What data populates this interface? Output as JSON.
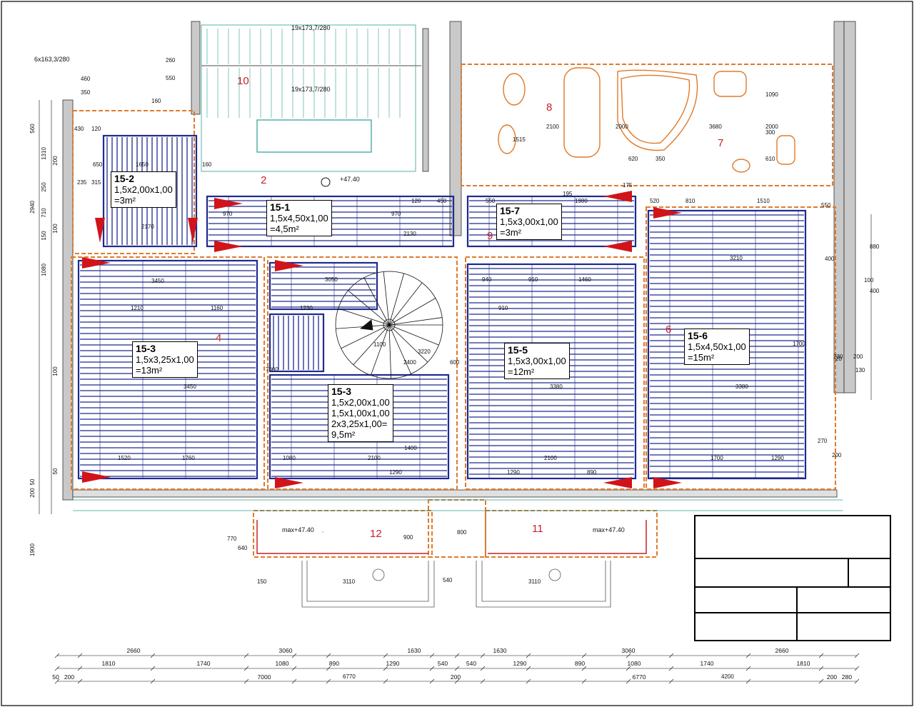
{
  "header_notes": {
    "stair_upper": "19x173,7/280",
    "stair_lower": "19x173,7/280",
    "left_stair": "6x163,3/280",
    "level": "+47.40",
    "level_balcony_left": "max+47.40",
    "level_balcony_right": "max+47.40"
  },
  "rooms": [
    {
      "num": "2"
    },
    {
      "num": "4"
    },
    {
      "num": "6"
    },
    {
      "num": "7"
    },
    {
      "num": "8"
    },
    {
      "num": "9"
    },
    {
      "num": "10"
    },
    {
      "num": "11"
    },
    {
      "num": "12"
    }
  ],
  "heating_labels": [
    {
      "code": "15-2",
      "lines": [
        "1,5x2,00x1,00",
        "=3m²"
      ]
    },
    {
      "code": "15-1",
      "lines": [
        "1,5x4,50x1,00",
        "=4,5m²"
      ]
    },
    {
      "code": "15-7",
      "lines": [
        "1,5x3,00x1,00",
        "=3m²"
      ]
    },
    {
      "code": "15-3",
      "lines": [
        "1,5x3,25x1,00",
        "=13m²"
      ]
    },
    {
      "code": "15-5",
      "lines": [
        "1,5x3,00x1,00",
        "=12m²"
      ]
    },
    {
      "code": "15-6",
      "lines": [
        "1,5x4,50x1,00",
        "=15m²"
      ]
    },
    {
      "code": "15-3",
      "lines": [
        "1,5x2,00x1,00",
        "1,5x1,00x1,00",
        "2x3,25x1,00=",
        "9,5m²"
      ]
    }
  ],
  "bottom_dims": {
    "row1": [
      "2660",
      "3060",
      "1630",
      "1630",
      "3060",
      "2660"
    ],
    "row2": [
      "1810",
      "1740",
      "1080",
      "890",
      "1290",
      "540",
      "540",
      "1290",
      "890",
      "1080",
      "1740",
      "1810"
    ],
    "row3_left": [
      "50",
      "200",
      "7000",
      "200"
    ],
    "row3_right": [
      "6770",
      "200",
      "280"
    ]
  },
  "left_dims": [
    "560",
    "1310",
    "200",
    "2940",
    "250",
    "710",
    "150",
    "100",
    "1080",
    "100",
    "50",
    "200",
    "50",
    "1900"
  ],
  "right_dims": [
    "880",
    "400",
    "100",
    "230",
    "200",
    "130",
    "20",
    "270",
    "200"
  ],
  "interior_dims": [
    "460",
    "350",
    "160",
    "430",
    "120",
    "550",
    "260",
    "315",
    "235",
    "650",
    "1650",
    "2170",
    "160",
    "970",
    "970",
    "2130",
    "120",
    "450",
    "550",
    "1980",
    "195",
    "175",
    "520",
    "810",
    "1510",
    "550",
    "400",
    "3450",
    "1210",
    "1160",
    "1520",
    "1760",
    "3450",
    "1080",
    "2100",
    "1290",
    "3050",
    "1230",
    "1100",
    "2400",
    "3220",
    "940",
    "910",
    "1460",
    "910",
    "3380",
    "2100",
    "1290",
    "890",
    "3210",
    "1700",
    "3380",
    "1700",
    "1290",
    "2100",
    "3680",
    "2000",
    "1090",
    "300",
    "610",
    "620",
    "350",
    "2000",
    "1515",
    "600",
    "540",
    "900",
    "800",
    "3110",
    "3110",
    "150",
    "770",
    "640",
    "1400",
    "7000",
    "6770",
    "4200"
  ],
  "title_block": {
    "rows": 4
  },
  "colors": {
    "heating": "#1f2a8f",
    "wall_orange": "#e07a2a",
    "stair_teal": "#2a9d8f",
    "room_number": "#c8202a",
    "arrow": "#d0141a",
    "dim": "#111111"
  }
}
